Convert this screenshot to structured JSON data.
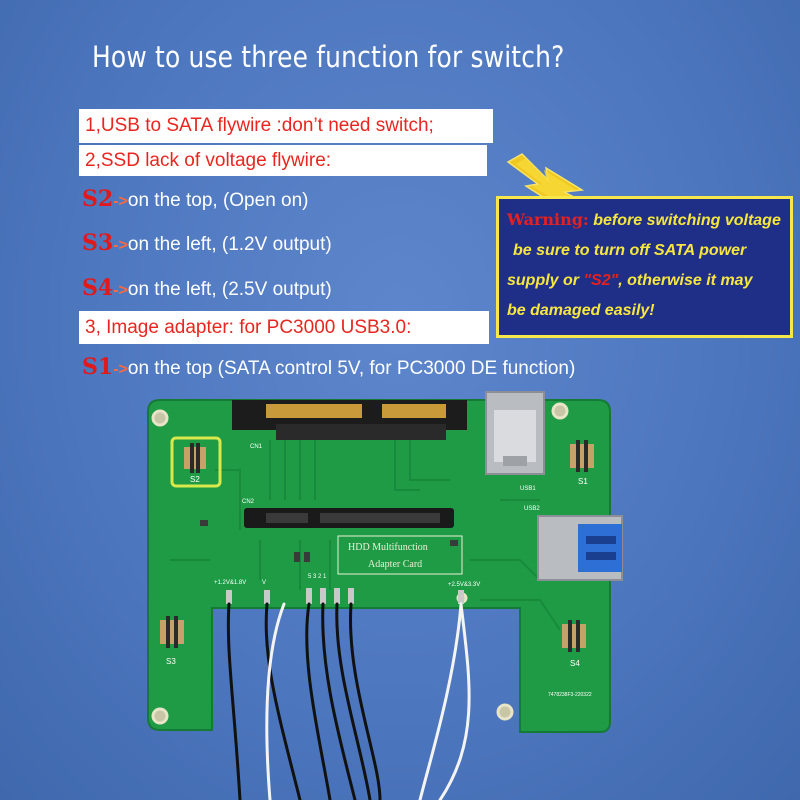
{
  "title": "How to use three function for switch?",
  "lines": {
    "l1": "1,USB to SATA flywire :don’t need switch;",
    "l2": "2,SSD lack of voltage flywire:",
    "l3": "3, Image adapter: for PC3000 USB3.0:"
  },
  "switches": [
    {
      "code": "S2",
      "arrow": "->",
      "desc": "on the top, (Open on)"
    },
    {
      "code": "S3",
      "arrow": "->",
      "desc": "on the left, (1.2V output)"
    },
    {
      "code": "S4",
      "arrow": "->",
      "desc": "on the left, (2.5V output)"
    },
    {
      "code": "S1",
      "arrow": "->",
      "desc": "on the top (SATA control 5V, for PC3000 DE function)"
    }
  ],
  "warning": {
    "label": "Warning:",
    "text1": " before switching voltage",
    "text2": "be sure to turn off SATA power",
    "text3a": "supply or ",
    "quote": "\"S2\"",
    "text3b": ", otherwise it may",
    "text4": "be damaged easily!"
  },
  "board": {
    "silk_title1": "HDD Multifunction",
    "silk_title2": "Adapter Card",
    "cn1": "CN1",
    "cn2": "CN2",
    "usb1": "USB1",
    "usb2": "USB2",
    "s1": "S1",
    "s2": "S2",
    "s3": "S3",
    "s4": "S4",
    "v12": "+1.2V&1.8V",
    "v25": "+2.5V&3.3V",
    "v": "V",
    "pins": "5 3 2 1",
    "serial": "7478238F3-220322"
  },
  "colors": {
    "background": "#4d77bf",
    "pcb": "#1f9b45",
    "warning_bg": "#1f2f87",
    "warning_text": "#f7e640",
    "accent_red": "#e01a1a"
  }
}
